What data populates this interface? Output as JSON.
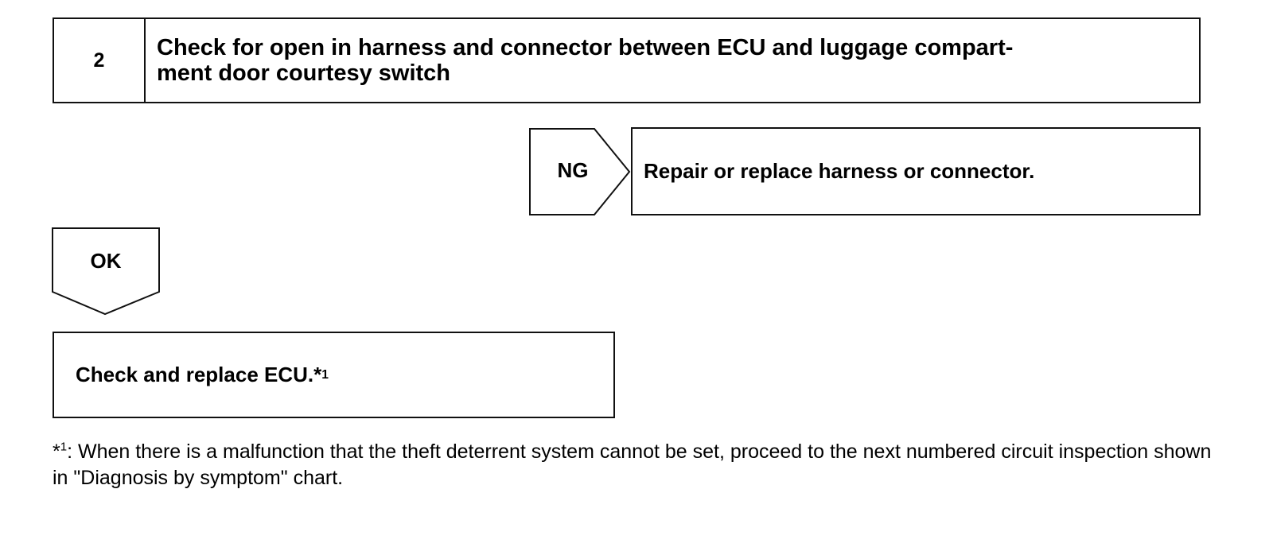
{
  "step": {
    "number": "2",
    "title": "Check for open in harness and connector between ECU and luggage compart-",
    "title_line2": "ment door courtesy switch"
  },
  "ng_branch": {
    "label": "NG",
    "action": "Repair or replace harness or connector."
  },
  "ok_branch": {
    "label": "OK"
  },
  "result": {
    "text": "Check and replace ECU. ",
    "note_marker": "*",
    "note_number": "1"
  },
  "footnote": {
    "marker": "*",
    "number": "1",
    "text": ": When there is a malfunction that the theft deterrent system cannot be set, proceed to the next numbered circuit inspection shown  in \"Diagnosis by symptom\" chart."
  }
}
